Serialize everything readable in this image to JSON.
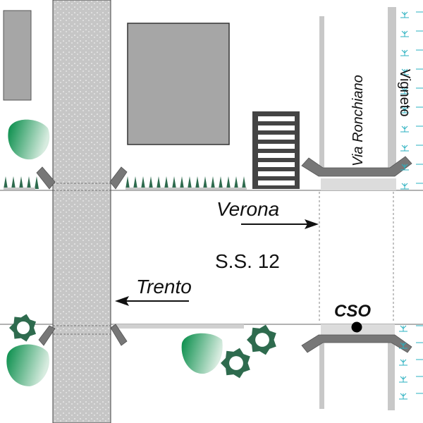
{
  "labels": {
    "verona": "Verona",
    "trento": "Trento",
    "road": "S.S. 12",
    "side_street": "Via Ronchiano",
    "vineyard": "Vigneto",
    "cso": "CSO"
  },
  "colors": {
    "railway": "#c8c8c8",
    "building": "#a6a6a6",
    "curb": "#777777",
    "sidewalk": "#d9d9d9",
    "tree_green": "#0a8a4a",
    "shrub_green": "#2e6b4e",
    "vineyard": "#2ab0c0"
  }
}
